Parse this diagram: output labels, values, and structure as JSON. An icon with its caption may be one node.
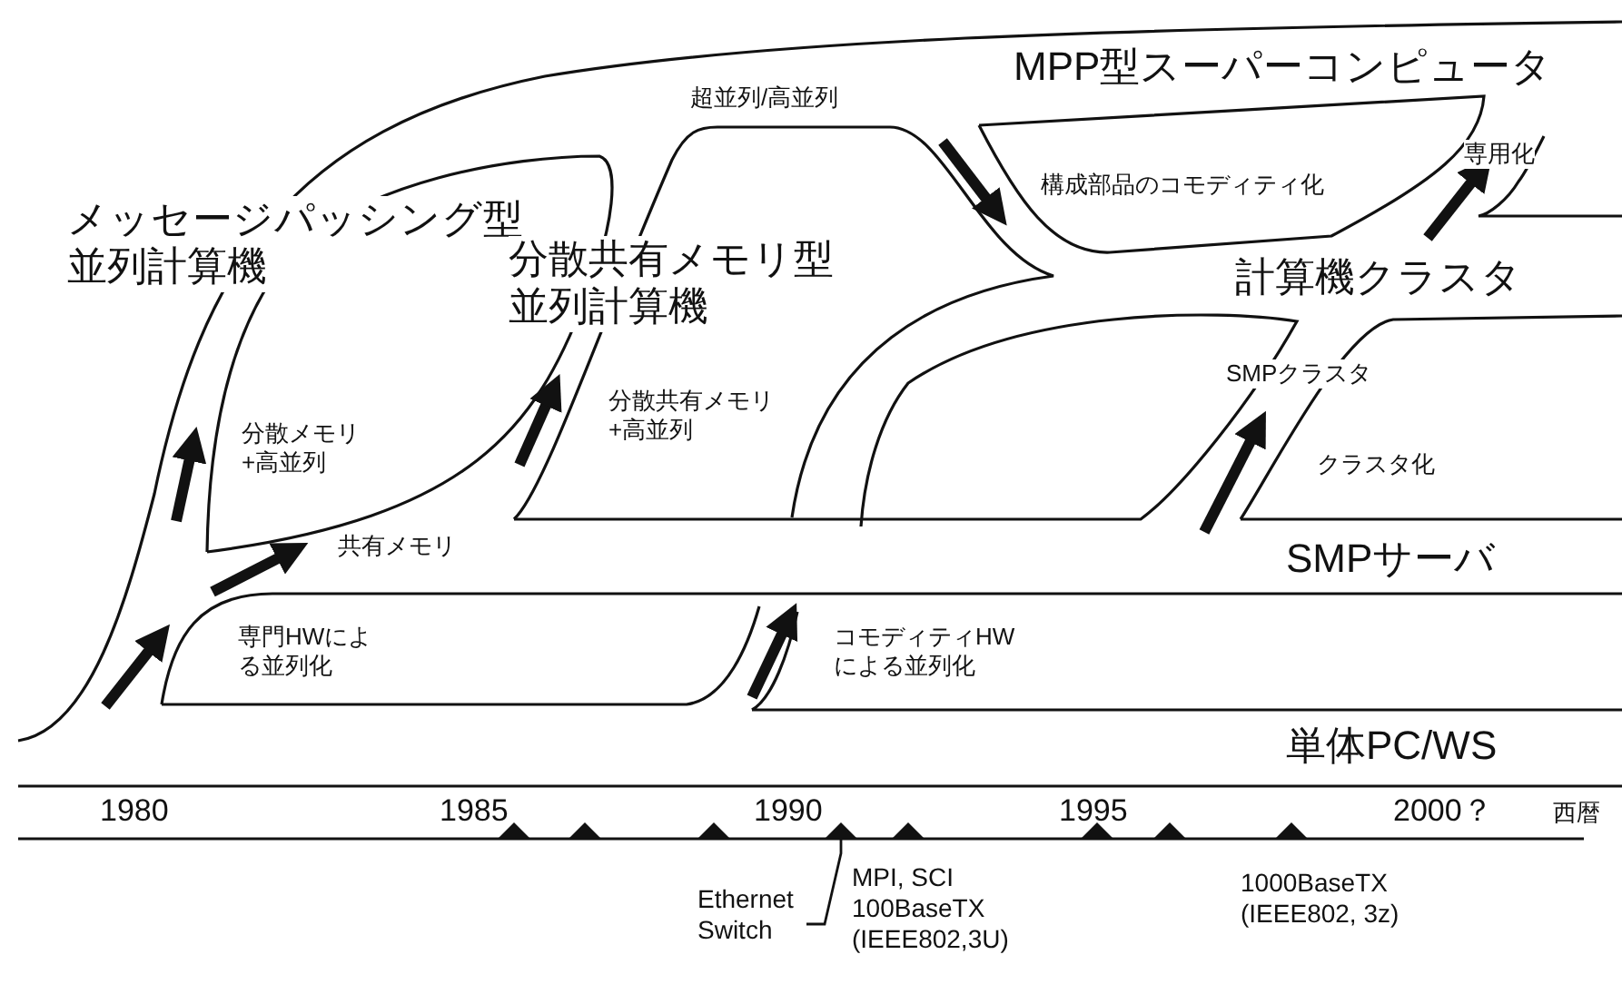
{
  "diagram": {
    "nodes": [
      {
        "text": [
          "Ethernet Switch"
        ]
      },
      {
        "text": [],
        "shape": "triangle"
      }
    ],
    "edges": [
      {
        "from": 0,
        "to": 1,
        "arrow": "none"
      }
    ],
    "labels": [
      "MPP型スーパーコンピュータ",
      "超並列/高並列",
      "構成部品のコモディティ化",
      "専用化",
      "メッセージパッシング型並列計算機",
      "分散共有メモリ型並列計算機",
      "計算機クラスタ",
      "SMPクラスタ",
      "分散共有メモリ+高並列",
      "分散メモリ+高並列",
      "クラスタ化",
      "共有メモリ",
      "SMPサーバ",
      "専門HWによる並列化",
      "コモディティHWによる並列化",
      "単体PC/WS",
      "1980",
      "1985",
      "1990",
      "1995",
      "2000？",
      "西暦",
      "MPI, SCI 100BaseTX (IEEE802,3U)",
      "1000BaseTX (IEEE802, 3z)"
    ]
  }
}
